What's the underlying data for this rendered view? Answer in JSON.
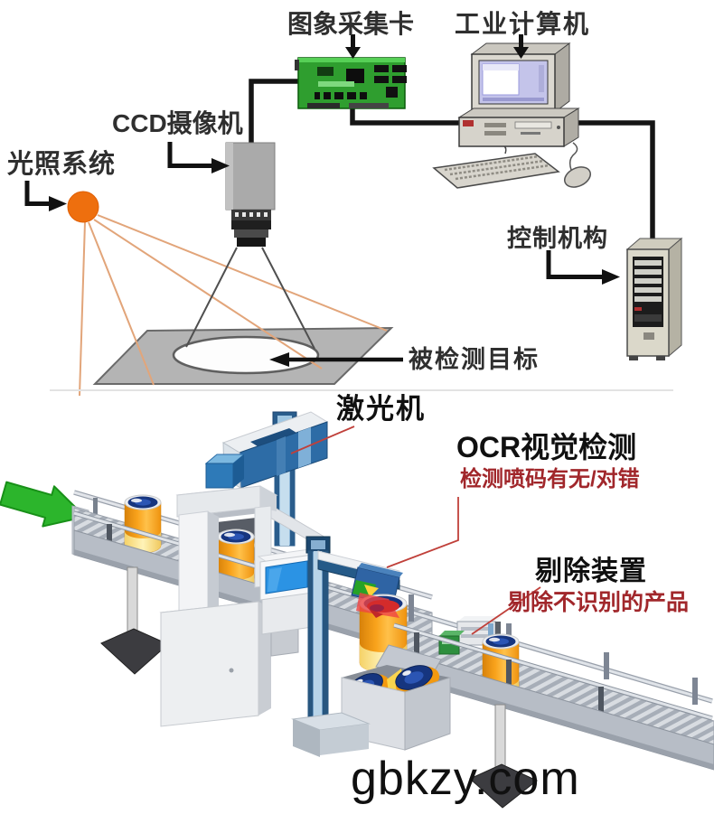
{
  "top": {
    "labels": {
      "capture_card": "图象采集卡",
      "industrial_pc": "工业计算机",
      "ccd_camera": "CCD摄像机",
      "lighting": "光照系统",
      "controller": "控制机构",
      "target": "被检测目标"
    }
  },
  "bottom": {
    "labels": {
      "laser": "激光机",
      "ocr_title": "OCR视觉检测",
      "ocr_subtitle": "检测喷码有无/对错",
      "reject_title": "剔除装置",
      "reject_subtitle": "剔除不识别的产品"
    },
    "watermark": "gbkzy.com"
  },
  "colors": {
    "label_black": "#2f2f2f",
    "annotation_red": "#a1272b",
    "connector_red": "#c0403a",
    "pcb_green": "#2f9e2f",
    "can_orange": "#f59c16",
    "lid_blue": "#16357f",
    "machine_blue": "#2d6ca6",
    "arrow_green": "#2cb52c",
    "light_orange": "#ee6f0e"
  }
}
